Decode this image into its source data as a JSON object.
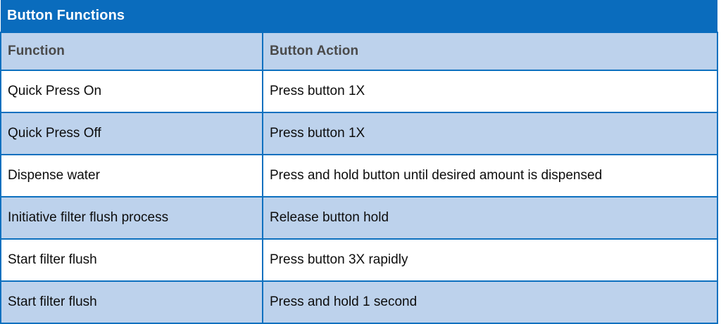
{
  "table": {
    "title": "Button Functions",
    "columns": [
      {
        "key": "function",
        "label": "Function"
      },
      {
        "key": "action",
        "label": "Button Action"
      }
    ],
    "rows": [
      {
        "function": "Quick Press On",
        "action": "Press button 1X"
      },
      {
        "function": "Quick Press Off",
        "action": "Press button 1X"
      },
      {
        "function": "Dispense water",
        "action": "Press and hold button until desired amount is dispensed"
      },
      {
        "function": "Initiative filter flush process",
        "action": "Release button hold"
      },
      {
        "function": "Start filter flush",
        "action": "Press button 3X rapidly"
      },
      {
        "function": "Start filter flush",
        "action": "Press and hold 1 second"
      }
    ],
    "colors": {
      "title_background": "#0a6cbd",
      "title_text": "#ffffff",
      "header_background": "#bdd2ec",
      "header_text": "#4a4a4a",
      "border": "#0d70bf",
      "row_odd_background": "#ffffff",
      "row_even_background": "#bdd2ec",
      "body_text": "#0d0d0d"
    }
  }
}
